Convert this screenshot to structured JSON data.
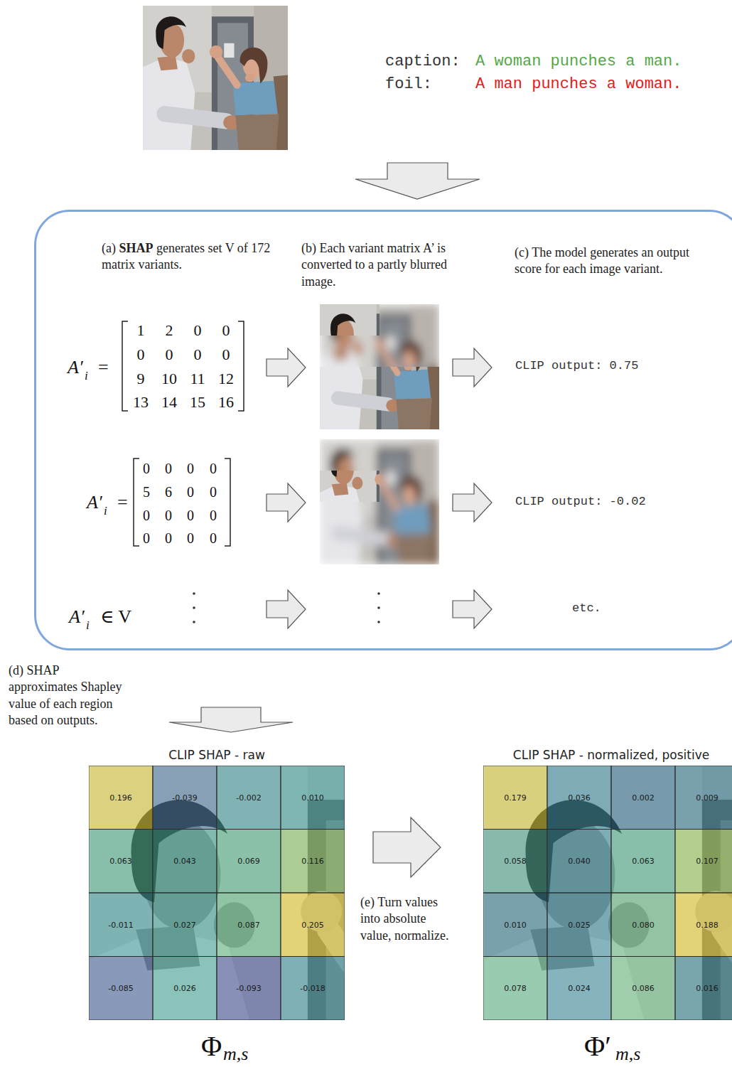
{
  "diagram": {
    "nodes": [
      {
        "text": [
          "(a) SHAP generates set V of 172 matrix variants.",
          "(b) Each variant matrix A’ is converted to a partly blurred image.",
          "(c) The model generates an output score for each image variant."
        ]
      },
      {
        "text": [
          "CLIP SHAP - raw"
        ]
      },
      {
        "text": [
          "CLIP SHAP - normalized, positive"
        ]
      }
    ],
    "edges": [
      {
        "from": 0,
        "to": 1,
        "arrow": "to"
      },
      {
        "from": 1,
        "to": 2,
        "arrow": "to"
      }
    ],
    "labels": [
      "caption:",
      "A woman punches a man.",
      "foil:",
      "A man punches a woman.",
      "A′",
      "i",
      "=",
      "1",
      "2",
      "0",
      "0",
      "0",
      "0",
      "0",
      "0",
      "9",
      "10",
      "11",
      "12",
      "13",
      "14",
      "15",
      "16",
      "CLIP output: 0.75",
      "A′",
      "i",
      "=",
      "0",
      "0",
      "0",
      "0",
      "5",
      "6",
      "0",
      "0",
      "0",
      "0",
      "0",
      "0",
      "0",
      "0",
      "0",
      "0",
      "CLIP output: -0.02",
      "A′",
      "i",
      "∈ V",
      "etc.",
      "(d) SHAP approximates Shapley value of each region based on outputs.",
      "0.196",
      "-0.039",
      "-0.002",
      "0.010",
      "0.063",
      "0.043",
      "0.069",
      "0.116",
      "-0.011",
      "0.027",
      "0.087",
      "0.205",
      "-0.085",
      "0.026",
      "-0.093",
      "-0.018",
      "(e) Turn values into absolute value, normalize.",
      "0.179",
      "0.036",
      "0.002",
      "0.009",
      "0.058",
      "0.040",
      "0.063",
      "0.107",
      "0.010",
      "0.025",
      "0.080",
      "0.188",
      "0.078",
      "0.024",
      "0.086",
      "0.016",
      "Φ",
      "m,s",
      "Φ′",
      "m,s"
    ]
  }
}
